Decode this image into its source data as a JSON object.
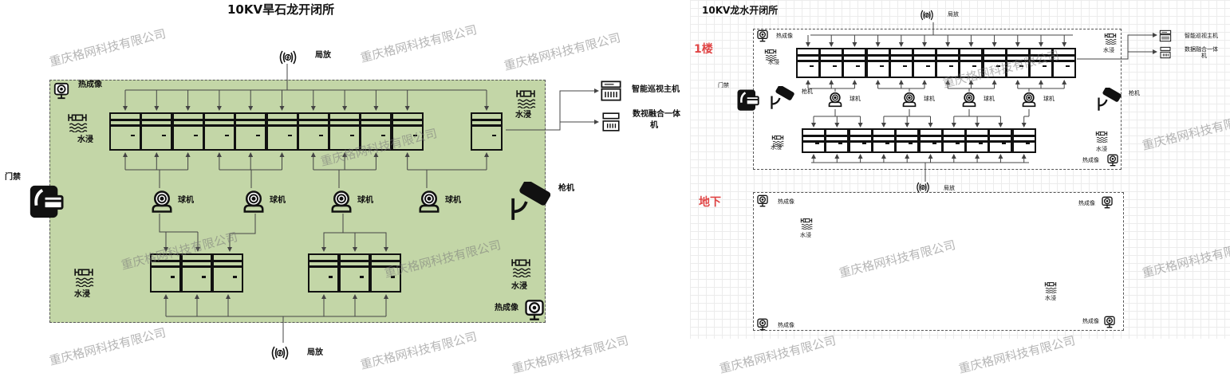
{
  "watermark": "重庆格网科技有限公司",
  "left": {
    "title": "10KV旱石龙开闭所",
    "partial_discharge": "局放",
    "thermal": "热成像",
    "water": "水浸",
    "sphere_camera": "球机",
    "gun_camera": "枪机",
    "access_control": "门禁",
    "host": "智能巡视主机",
    "fusion_1": "数视融合一体",
    "fusion_2": "机"
  },
  "right": {
    "title": "10KV龙水开闭所",
    "floor1": "1楼",
    "basement": "地下",
    "partial_discharge": "局放",
    "thermal": "热成像",
    "water": "水浸",
    "sphere_camera": "球机",
    "gun_camera": "枪机",
    "access_control": "门禁",
    "host": "智能巡视主机",
    "fusion_1": "数据融合一体",
    "fusion_2": "机"
  },
  "colors": {
    "station_fill": "#c3d6a7",
    "floor_label": "#e04545"
  }
}
